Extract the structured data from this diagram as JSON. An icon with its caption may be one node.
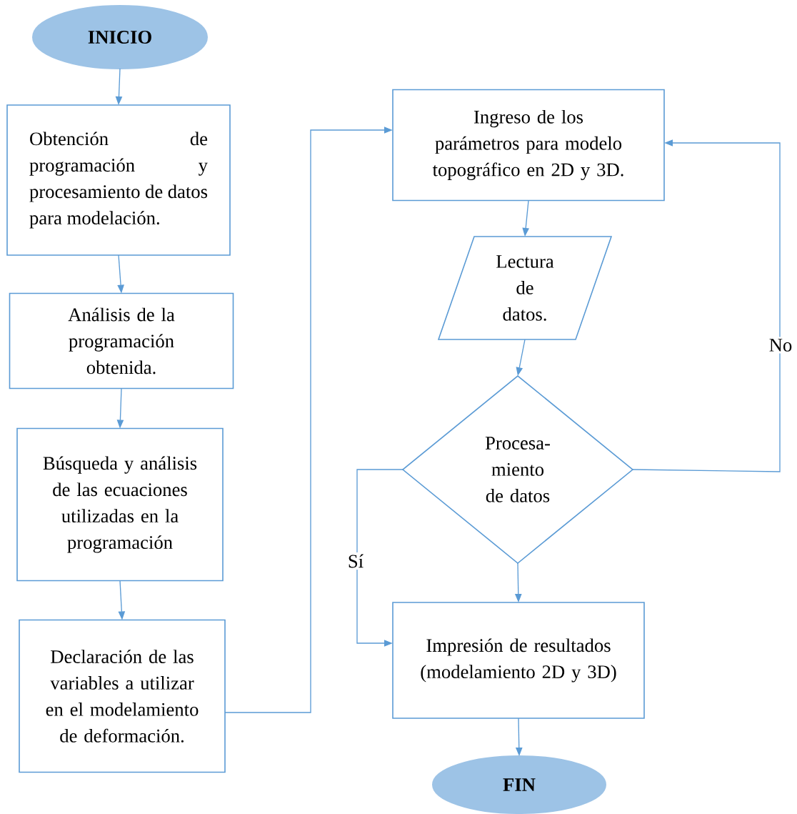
{
  "diagram": {
    "nodes": [
      {
        "text": [
          "INICIO"
        ]
      },
      {
        "text": [
          "Obtención de programación y procesamiento de datos para modelación."
        ]
      },
      {
        "text": [
          "Análisis de la programación obtenida."
        ]
      },
      {
        "text": [
          "Búsqueda y análisis de las ecuaciones utilizadas en la programación"
        ]
      },
      {
        "text": [
          "Declaración de las variables a utilizar en el modelamiento de deformación."
        ]
      },
      {
        "text": [
          "Ingreso de los parámetros para modelo topográfico en 2D y 3D."
        ]
      },
      {
        "text": [
          "Lectura de datos."
        ]
      },
      {
        "text": [
          "Procesa- miento de datos"
        ]
      },
      {
        "text": [
          "Impresión de resultados (modelamiento 2D y 3D)"
        ]
      },
      {
        "text": [
          "FIN"
        ]
      }
    ],
    "edges": [
      {
        "from": 0,
        "to": 1,
        "arrow": "to"
      },
      {
        "from": 1,
        "to": 2,
        "arrow": "to"
      },
      {
        "from": 2,
        "to": 3,
        "arrow": "to"
      },
      {
        "from": 3,
        "to": 4,
        "arrow": "to"
      },
      {
        "from": 4,
        "to": 5,
        "arrow": "to"
      },
      {
        "from": 5,
        "to": 6,
        "arrow": "to"
      },
      {
        "from": 6,
        "to": 7,
        "arrow": "to"
      },
      {
        "from": 7,
        "to": 8,
        "arrow": "to"
      },
      {
        "from": 7,
        "to": 8,
        "arrow": "to",
        "label": "Sí"
      },
      {
        "from": 7,
        "to": 5,
        "arrow": "to",
        "label": "No"
      },
      {
        "from": 8,
        "to": 9,
        "arrow": "to"
      }
    ]
  }
}
